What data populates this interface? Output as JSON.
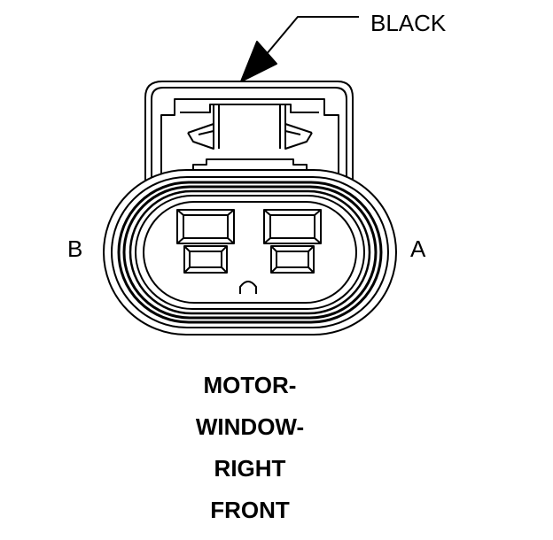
{
  "labels": {
    "wire_color": "BLACK",
    "pin_left": "B",
    "pin_right": "A"
  },
  "component": {
    "title_lines": [
      "MOTOR-",
      "WINDOW-",
      "RIGHT",
      "FRONT"
    ]
  },
  "colors": {
    "line": "#000000",
    "background": "#ffffff"
  }
}
